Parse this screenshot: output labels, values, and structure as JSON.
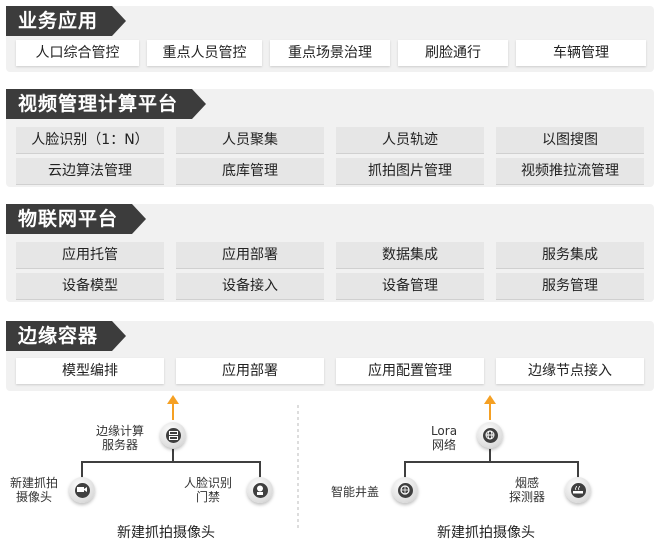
{
  "layers": {
    "business": {
      "title": "业务应用",
      "items": [
        "人口综合管控",
        "重点人员管控",
        "重点场景治理",
        "刷脸通行",
        "车辆管理"
      ]
    },
    "video": {
      "title": "视频管理计算平台",
      "row1": [
        "人脸识别（1：N）",
        "人员聚集",
        "人员轨迹",
        "以图搜图"
      ],
      "row2": [
        "云边算法管理",
        "底库管理",
        "抓拍图片管理",
        "视频推拉流管理"
      ]
    },
    "iot": {
      "title": "物联网平台",
      "row1": [
        "应用托管",
        "应用部署",
        "数据集成",
        "服务集成"
      ],
      "row2": [
        "设备模型",
        "设备接入",
        "设备管理",
        "服务管理"
      ]
    },
    "edge": {
      "title": "边缘容器",
      "items": [
        "模型编排",
        "应用部署",
        "应用配置管理",
        "边缘节点接入"
      ]
    }
  },
  "devices": {
    "left": {
      "hub": "边缘计算\n服务器",
      "hub_icon": "server-icon",
      "dev1": "新建抓拍\n摄像头",
      "dev1_icon": "camera-icon",
      "dev2": "人脸识别\n门禁",
      "dev2_icon": "face-lock-icon",
      "caption": "新建抓拍摄像头"
    },
    "right": {
      "hub": "Lora\n网络",
      "hub_icon": "globe-icon",
      "dev1": "智能井盖",
      "dev1_icon": "manhole-icon",
      "dev2": "烟感\n探测器",
      "dev2_icon": "smoke-detector-icon",
      "caption": "新建抓拍摄像头"
    }
  },
  "colors": {
    "title_bg": "#3c3c3c",
    "arrow": "#f5a023",
    "panel": "#f1f1f1"
  }
}
